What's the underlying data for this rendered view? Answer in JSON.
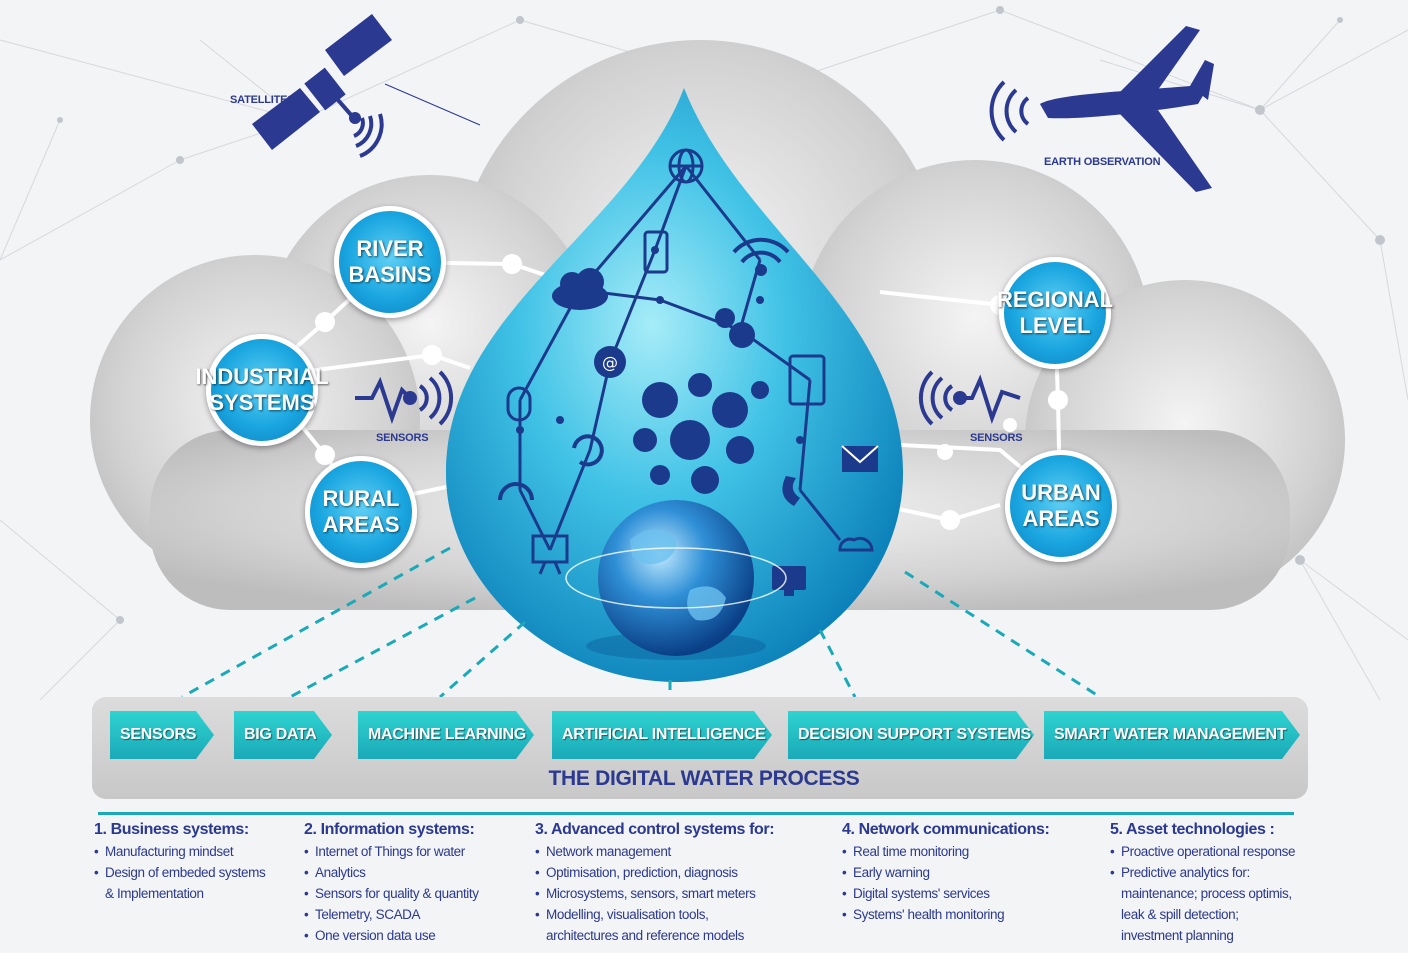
{
  "labels": {
    "satellites": "SATELLITES",
    "earth_observation": "EARTH OBSERVATION",
    "sensors_left": "SENSORS",
    "sensors_right": "SENSORS"
  },
  "bubbles": {
    "river_basins": "RIVER\nBASINS",
    "industrial_systems": "INDUSTRIAL\nSYSTEMS",
    "rural_areas": "RURAL\nAREAS",
    "regional_level": "REGIONAL\nLEVEL",
    "urban_areas": "URBAN\nAREAS"
  },
  "process": {
    "title": "THE DIGITAL WATER PROCESS",
    "steps": [
      "SENSORS",
      "BIG DATA",
      "MACHINE LEARNING",
      "ARTIFICIAL INTELLIGENCE",
      "DECISION SUPPORT SYSTEMS",
      "SMART WATER MANAGEMENT"
    ]
  },
  "columns": [
    {
      "title": "1. Business systems:",
      "items": [
        "Manufacturing  mindset",
        "Design of embeded systems\n& Implementation"
      ]
    },
    {
      "title": "2. Information systems:",
      "items": [
        "Internet of Things for water",
        "Analytics",
        "Sensors for quality & quantity",
        "Telemetry, SCADA",
        "One version data use"
      ]
    },
    {
      "title": "3. Advanced control systems for:",
      "items": [
        "Network management",
        "Optimisation, prediction, diagnosis",
        "Microsystems, sensors, smart meters",
        "Modelling, visualisation tools,\narchitectures and reference models"
      ]
    },
    {
      "title": "4. Network communications:",
      "items": [
        "Real time monitoring",
        "Early warning",
        "Digital systems' services",
        "Systems' health monitoring"
      ]
    },
    {
      "title": "5. Asset technologies :",
      "items": [
        "Proactive operational response",
        "Predictive analytics for:\nmaintenance; process optimis,\nleak & spill detection;\ninvestment planning"
      ]
    }
  ],
  "colors": {
    "navy": "#2b3990",
    "teal": "#1aa9b8",
    "drop_light": "#7fe0f3",
    "drop_dark": "#0e8fc4",
    "cloud": "#cfcfcf"
  }
}
